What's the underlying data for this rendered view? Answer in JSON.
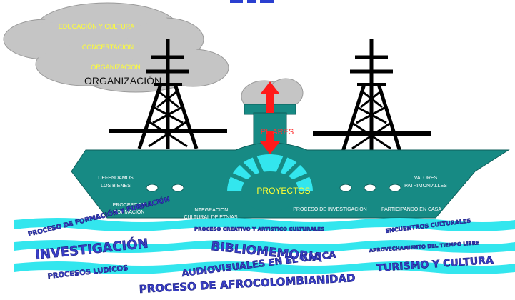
{
  "cloud": {
    "items": [
      "EDUCACIÓN Y CULTURA",
      "CONCERTACION",
      "ORGANIZACIÓN"
    ],
    "hidden_text": "ORGANIZACIÓN",
    "text_color": "#ffff33"
  },
  "ship": {
    "pilares": "PILARES",
    "proyectos": "PROYECTOS",
    "labels": {
      "defendamos": [
        "DEFENDAMOS",
        "LOS BIENES"
      ],
      "valores": [
        "VALORES",
        "PATRIMONIALLES"
      ],
      "formacion": [
        "PROCESO DE",
        "FORMACIÓN"
      ],
      "integracion": [
        "INTEGRACION",
        "CULTURAL DE ETNIAS"
      ],
      "investigacion": "PROCESO DE INVESTIGACION",
      "participando": "PARTICIPANDO EN CASA"
    },
    "hull_color": "#178a84",
    "accent_color": "#33e6ee"
  },
  "waves": {
    "items": [
      "PROCESO DE FORMACIÓN Y FORMACIÓN",
      "PROCESO CREATIVO Y ARTISTICO CULTURALES",
      "ENCUENTROS CULTURALES",
      "INVESTIGACIÓN",
      "BIBLIOMEMORIA",
      "APROVECHAMIENTO DEL TIEMPO LIBRE",
      "PROCESOS LUDICOS",
      "AUDIOVISUALES EN EL CAUCA",
      "TURISMO Y CULTURA",
      "PROCESO DE AFROCOLOMBIANIDAD"
    ],
    "wave_color": "#33e6ee"
  }
}
